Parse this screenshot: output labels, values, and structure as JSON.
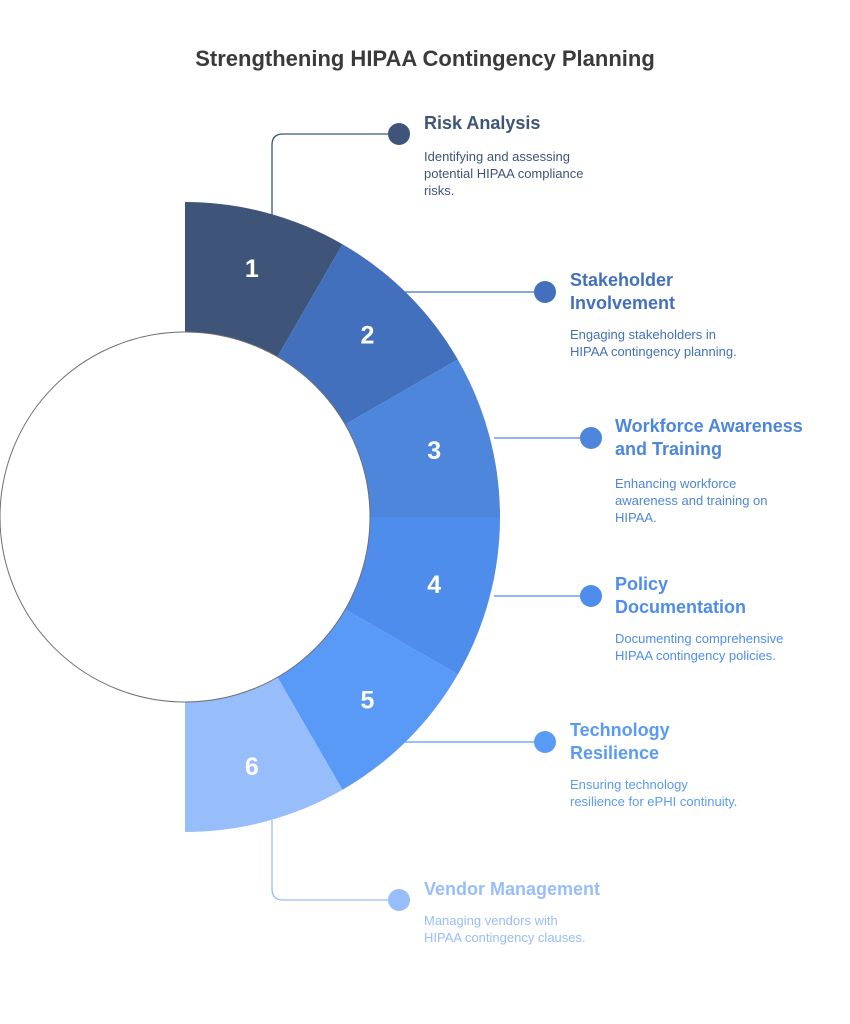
{
  "title": "Strengthening HIPAA Contingency Planning",
  "steps": [
    {
      "number": "1",
      "heading_lines": [
        "Risk Analysis"
      ],
      "desc_lines": [
        "Identifying and assessing",
        "potential HIPAA compliance",
        "risks."
      ],
      "color": "#3e5479"
    },
    {
      "number": "2",
      "heading_lines": [
        "Stakeholder",
        "Involvement"
      ],
      "desc_lines": [
        "Engaging stakeholders in",
        "HIPAA contingency planning."
      ],
      "color": "#4370bd"
    },
    {
      "number": "3",
      "heading_lines": [
        "Workforce Awareness",
        "and Training"
      ],
      "desc_lines": [
        "Enhancing workforce",
        "awareness and training on",
        "HIPAA."
      ],
      "color": "#4d86db"
    },
    {
      "number": "4",
      "heading_lines": [
        "Policy",
        "Documentation"
      ],
      "desc_lines": [
        "Documenting comprehensive",
        "HIPAA contingency policies."
      ],
      "color": "#4f8ded"
    },
    {
      "number": "5",
      "heading_lines": [
        "Technology",
        "Resilience"
      ],
      "desc_lines": [
        "Ensuring technology",
        "resilience for ePHI continuity."
      ],
      "color": "#5a9af7"
    },
    {
      "number": "6",
      "heading_lines": [
        "Vendor Management"
      ],
      "desc_lines": [
        "Managing vendors with",
        "HIPAA contingency clauses."
      ],
      "color": "#98bdfb"
    }
  ],
  "colors": {
    "title": "#3a3a3a",
    "circle_border": "#707070",
    "number": "#ffffff"
  }
}
